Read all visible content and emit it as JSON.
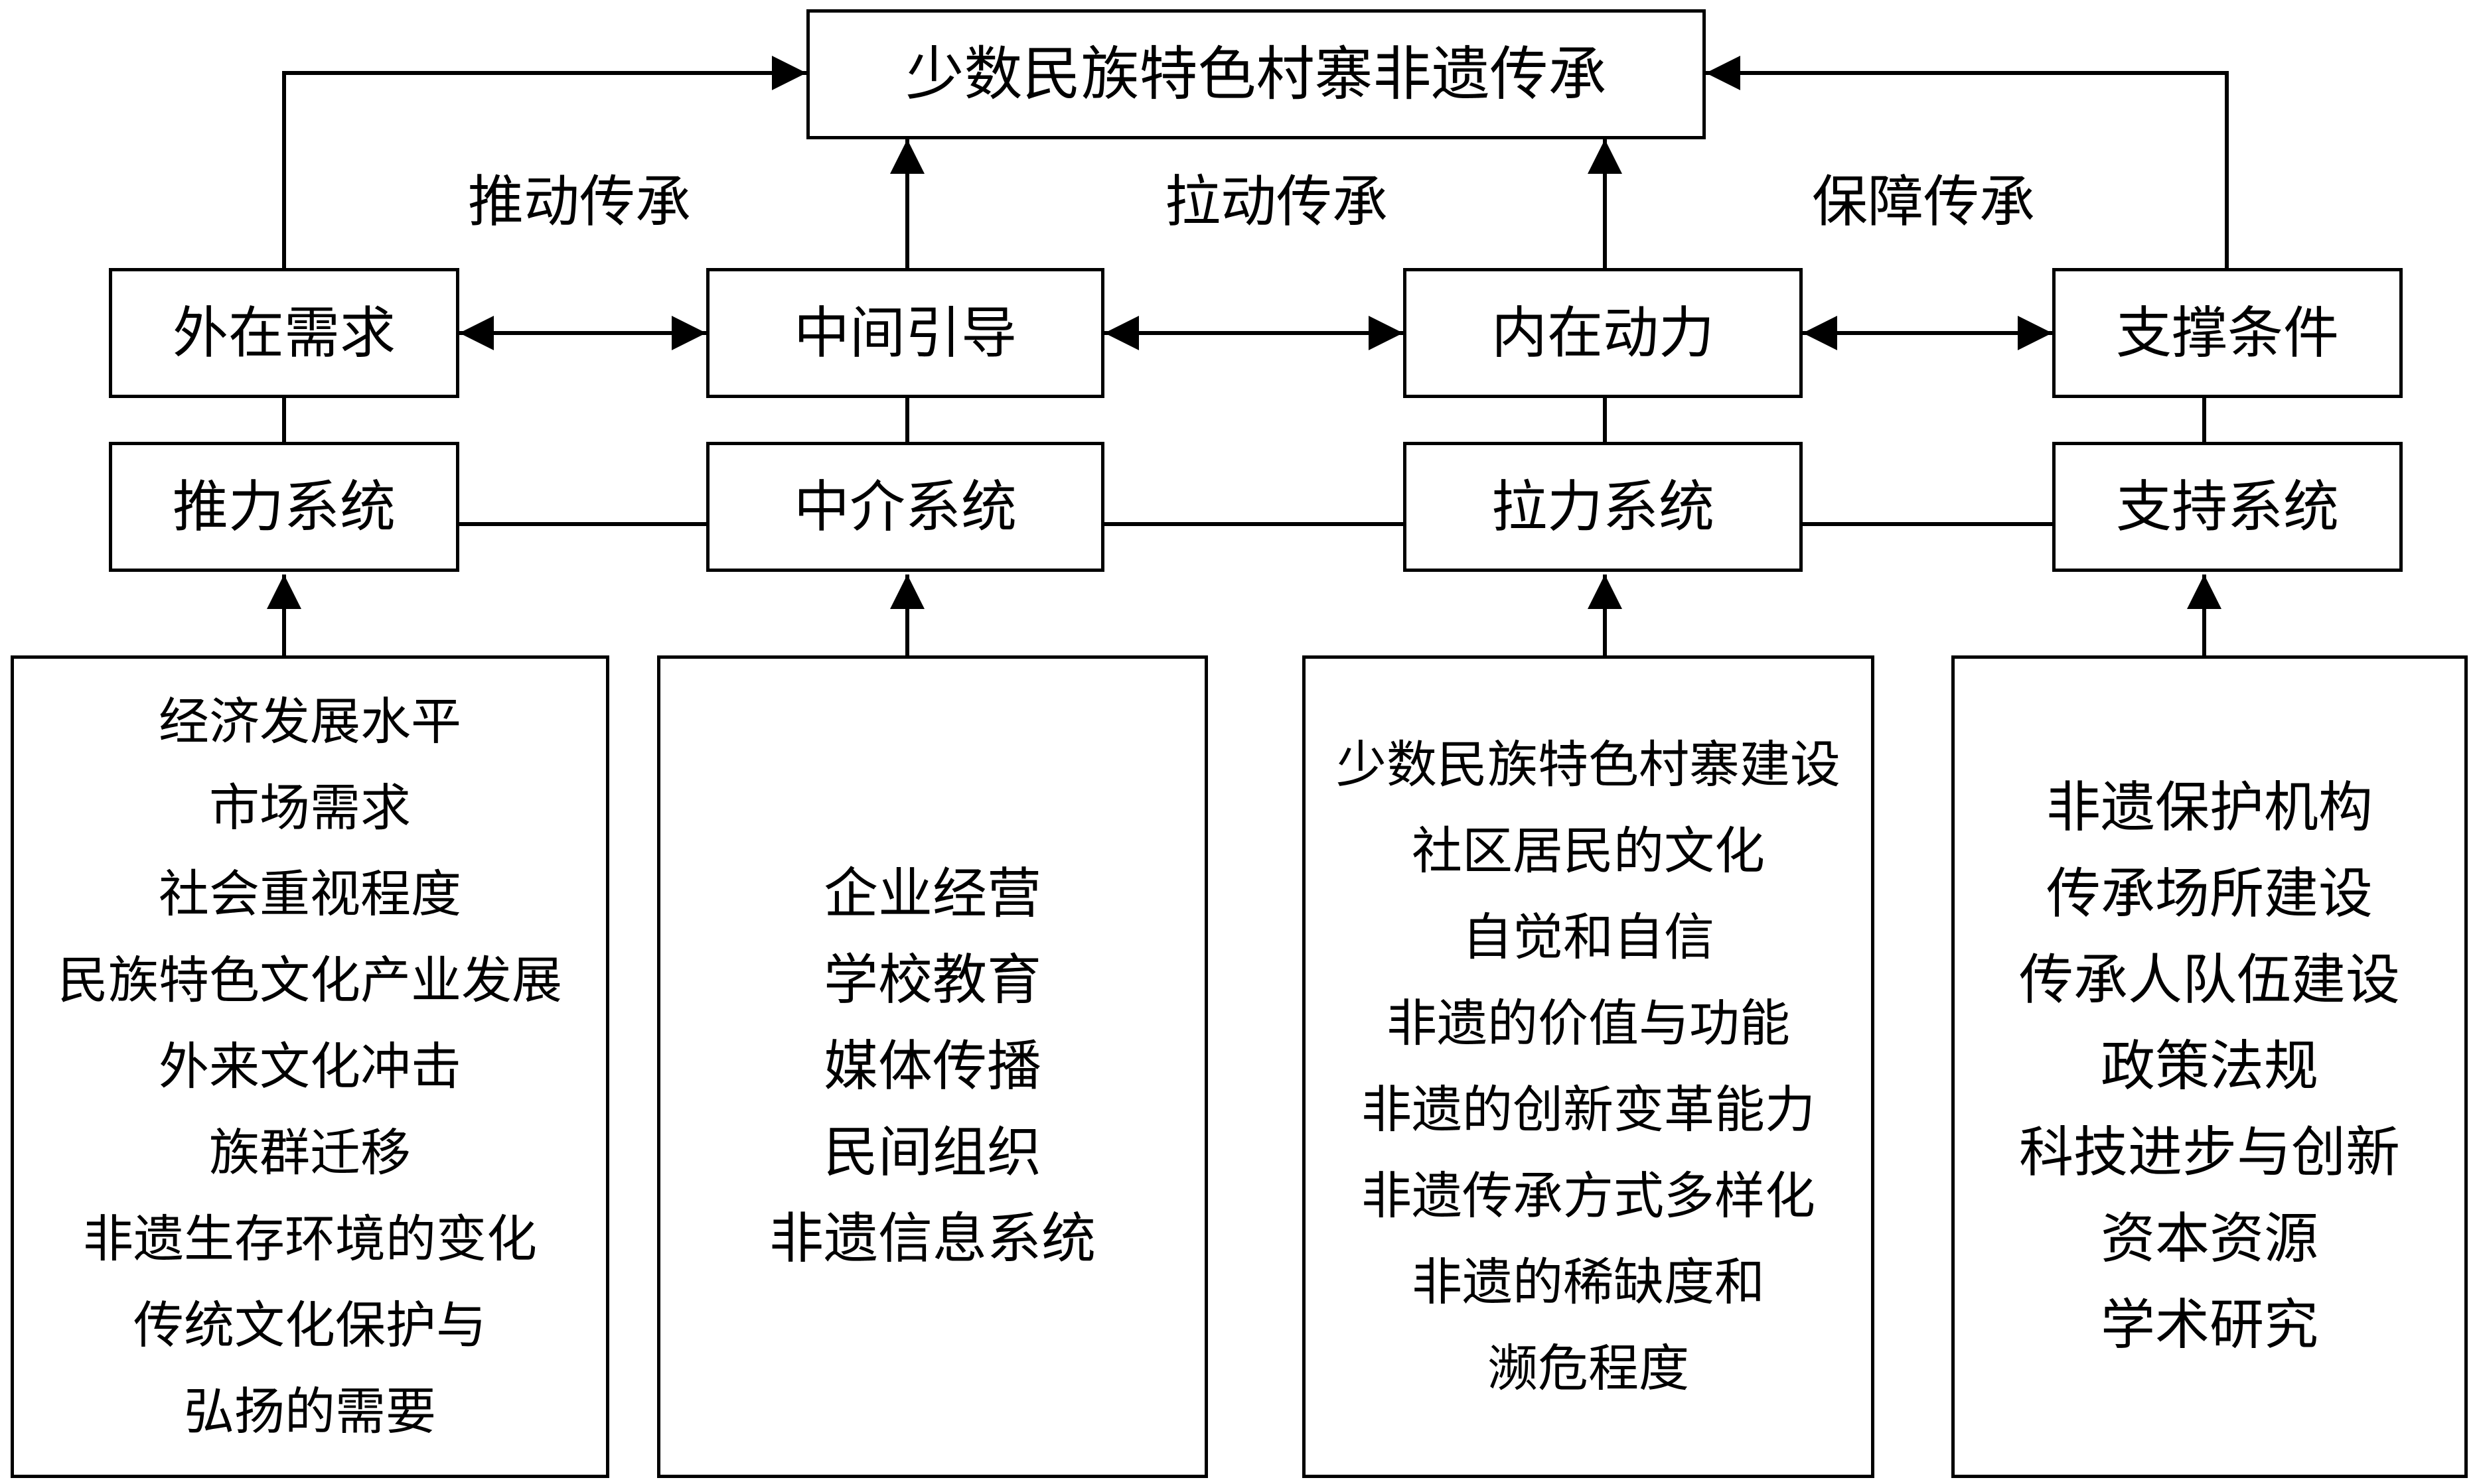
{
  "title": "少数民族特色村寨非遗传承",
  "flow_labels": {
    "push": "推动传承",
    "pull": "拉动传承",
    "support": "保障传承"
  },
  "factors": {
    "external": "外在需求",
    "middle": "中间引导",
    "internal": "内在动力",
    "support": "支撑条件"
  },
  "systems": {
    "push": "推力系统",
    "medium": "中介系统",
    "pull": "拉力系统",
    "support": "支持系统"
  },
  "lists": {
    "push": [
      "经济发展水平",
      "市场需求",
      "社会重视程度",
      "民族特色文化产业发展",
      "外来文化冲击",
      "族群迁移",
      "非遗生存环境的变化",
      "传统文化保护与",
      "弘扬的需要"
    ],
    "medium": [
      "企业经营",
      "学校教育",
      "媒体传播",
      "民间组织",
      "非遗信息系统"
    ],
    "pull": [
      "少数民族特色村寨建设",
      "社区居民的文化",
      "自觉和自信",
      "非遗的价值与功能",
      "非遗的创新变革能力",
      "非遗传承方式多样化",
      "非遗的稀缺度和",
      "濒危程度"
    ],
    "support": [
      "非遗保护机构",
      "传承场所建设",
      "传承人队伍建设",
      "政策法规",
      "科技进步与创新",
      "资本资源",
      "学术研究"
    ]
  }
}
